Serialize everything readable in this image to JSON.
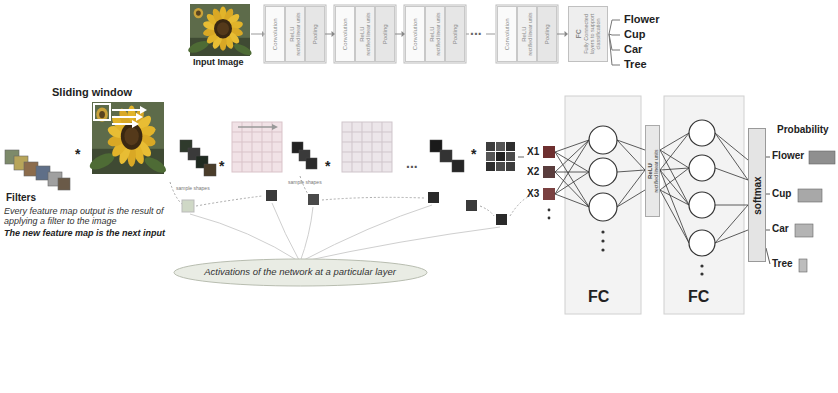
{
  "diagram": {
    "nodes": [
      {
        "text": [
          "Convolution"
        ]
      },
      {
        "text": [
          "ReLU",
          "rectified linear units"
        ]
      },
      {
        "text": [
          "Pooling"
        ]
      },
      {
        "text": [
          "Convolution"
        ]
      },
      {
        "text": [
          "ReLU",
          "rectified linear units"
        ]
      },
      {
        "text": [
          "Pooling"
        ]
      },
      {
        "text": [
          "Convolution"
        ]
      },
      {
        "text": [
          "ReLU",
          "rectified linear units"
        ]
      },
      {
        "text": [
          "Pooling"
        ]
      },
      {
        "text": [
          "Convolution"
        ]
      },
      {
        "text": [
          "ReLU",
          "rectified linear units"
        ]
      },
      {
        "text": [
          "Pooling"
        ]
      },
      {
        "text": [
          "FC",
          "Fully Connected layers to support classification"
        ]
      },
      {
        "text": [
          "Activations of the network at a particular layer"
        ]
      },
      {
        "text": [
          "ReLU",
          "rectified linear units"
        ]
      },
      {
        "text": [
          "softmax"
        ]
      }
    ],
    "edges": [
      {
        "from": 2,
        "to": 3,
        "arrow": "to"
      },
      {
        "from": 5,
        "to": 6,
        "arrow": "to"
      },
      {
        "from": 11,
        "to": 12,
        "arrow": "to"
      }
    ],
    "labels": [
      "Input Image",
      "...",
      "Flower",
      "Cup",
      "Car",
      "Tree",
      "Sliding window",
      "Filters",
      "*",
      "sample shapes",
      "*",
      "sample shapes",
      "*",
      "...",
      "*",
      "Every feature map output is the result of applying a filter to the image",
      "The new feature map is the next input",
      "X1",
      "X2",
      "X3",
      "FC",
      "FC",
      "Probability",
      "Flower",
      "Cup",
      "Car",
      "Tree"
    ]
  }
}
